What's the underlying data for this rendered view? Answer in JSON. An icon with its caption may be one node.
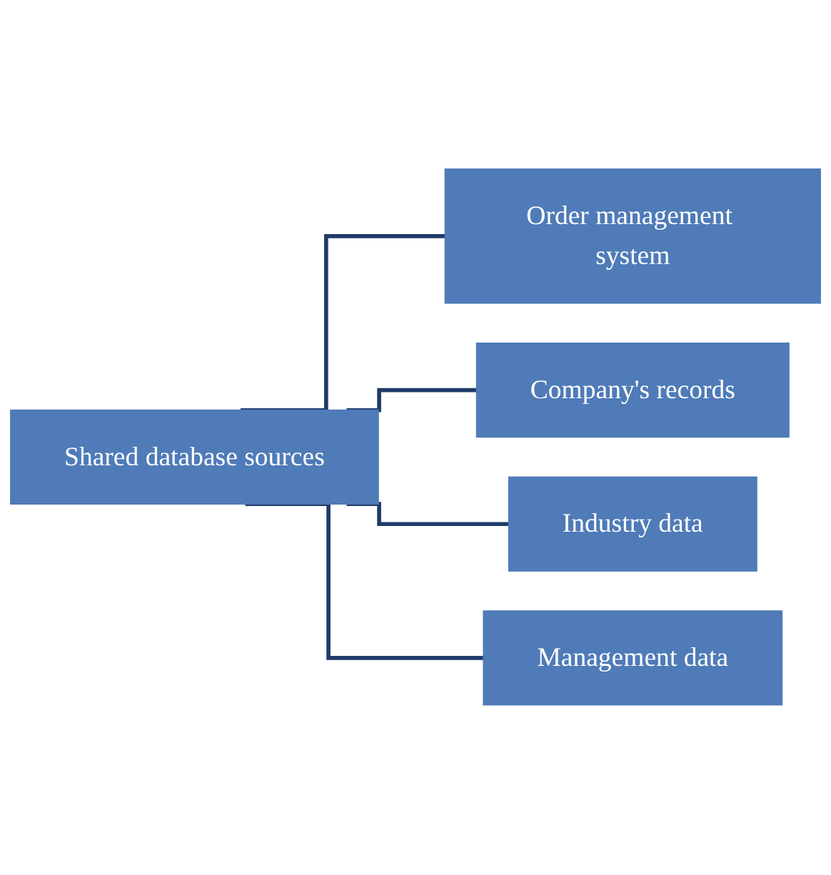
{
  "diagram": {
    "nodes": [
      {
        "text": [
          "Shared database sources"
        ]
      },
      {
        "text": [
          "Order management system"
        ]
      },
      {
        "text": [
          "Company's records"
        ]
      },
      {
        "text": [
          "Industry data"
        ]
      },
      {
        "text": [
          "Management data"
        ]
      }
    ],
    "edges": [
      {
        "from": 0,
        "to": 1,
        "arrow": "none"
      },
      {
        "from": 0,
        "to": 2,
        "arrow": "none"
      },
      {
        "from": 0,
        "to": 3,
        "arrow": "none"
      },
      {
        "from": 0,
        "to": 4,
        "arrow": "none"
      }
    ]
  }
}
